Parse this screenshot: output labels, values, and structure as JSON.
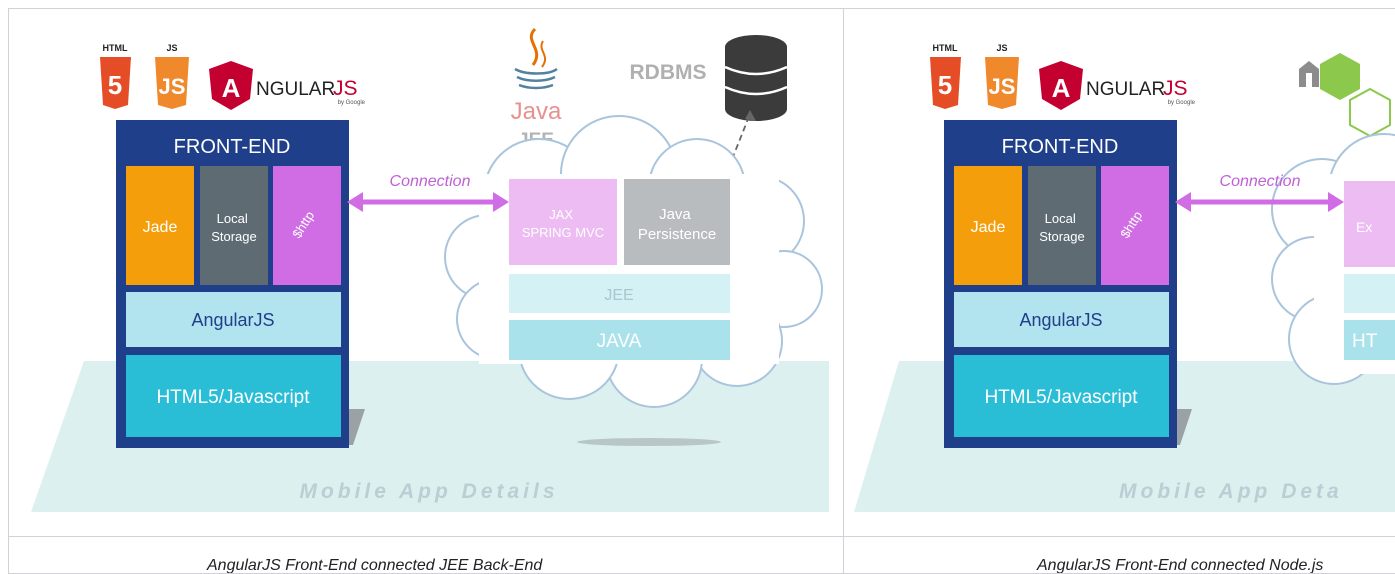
{
  "left": {
    "caption": "AngularJS Front-End connected JEE Back-End",
    "logos": {
      "html5_label": "HTML",
      "js_label": "JS",
      "angular_a": "A",
      "angular_text": "NGULAR",
      "angular_js": "JS",
      "angular_by": "by Google"
    },
    "frontend": {
      "title": "FRONT-END",
      "modules": [
        {
          "label": "Jade",
          "color": "#f59e0b"
        },
        {
          "label": "Local Storage",
          "color": "#5f6b73"
        },
        {
          "label": "$http",
          "color": "#d06de4"
        }
      ],
      "angular_layer": "AngularJS",
      "html_layer": "HTML5/Javascript"
    },
    "connection_label": "Connection",
    "backend": {
      "java_logo_text": "Java",
      "jee_logo_text": "JEE",
      "rdbms_label": "RDBMS",
      "box_jax": "JAX SPRING MVC",
      "box_persistence": "Java Persistence",
      "box_jee": "JEE",
      "box_java": "JAVA"
    },
    "floor_label": "Mobile App Details"
  },
  "right": {
    "caption": "AngularJS Front-End connected Node.js",
    "logos": {
      "html5_label": "HTML",
      "js_label": "JS",
      "angular_a": "A",
      "angular_text": "NGULAR",
      "angular_js": "JS",
      "angular_by": "by Google"
    },
    "frontend": {
      "title": "FRONT-END",
      "modules": [
        {
          "label": "Jade",
          "color": "#f59e0b"
        },
        {
          "label": "Local Storage",
          "color": "#5f6b73"
        },
        {
          "label": "$http",
          "color": "#d06de4"
        }
      ],
      "angular_layer": "AngularJS",
      "html_layer": "HTML5/Javascript"
    },
    "connection_label": "Connection",
    "backend": {
      "box_express": "Ex",
      "box_ht": "HT"
    },
    "floor_label": "Mobile App Deta"
  }
}
